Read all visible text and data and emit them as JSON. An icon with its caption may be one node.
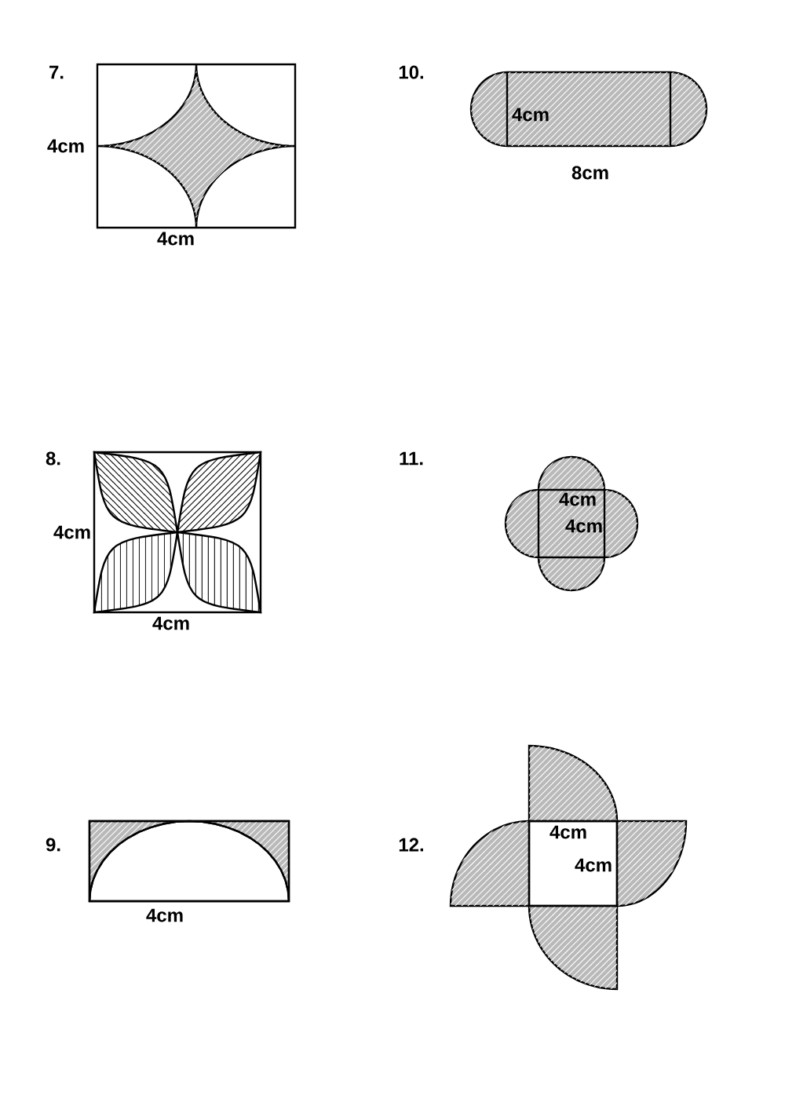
{
  "diagram": {
    "labels": [
      "7.",
      "4cm",
      "4cm",
      "10.",
      "4cm",
      "8cm",
      "8.",
      "4cm",
      "4cm",
      "11.",
      "4cm",
      "4cm",
      "9.",
      "4cm",
      "12.",
      "4cm",
      "4cm"
    ]
  }
}
